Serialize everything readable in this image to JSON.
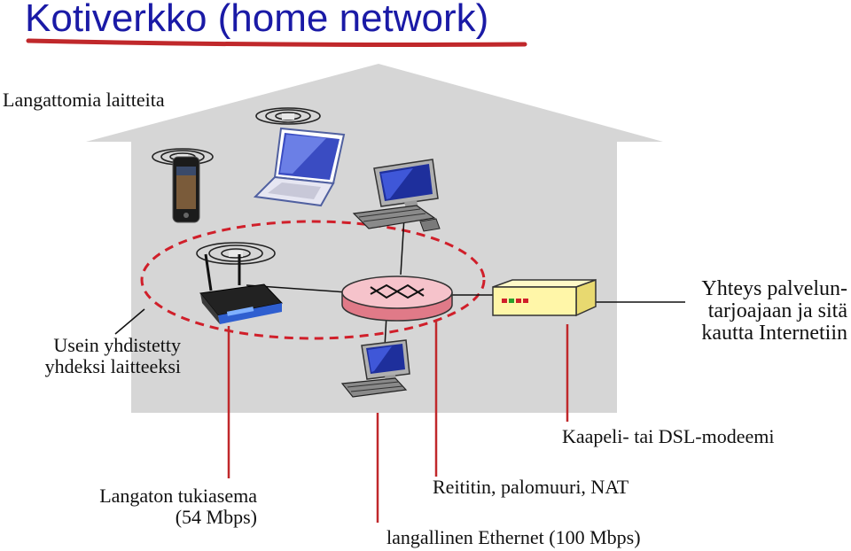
{
  "title": "Kotiverkko (home network)",
  "labels": {
    "wireless_devices": "Langattomia laitteita",
    "combined_line1": "Usein yhdistetty",
    "combined_line2": "yhdeksi laitteeksi",
    "isp_line1": "Yhteys palvelun-",
    "isp_line2": "tarjoajaan ja sitä",
    "isp_line3": "kautta Internetiin",
    "modem": "Kaapeli- tai DSL-modeemi",
    "access_point_line1": "Langaton tukiasema",
    "access_point_line2": "(54 Mbps)",
    "router": "Reititin, palomuuri, NAT",
    "ethernet": "langallinen Ethernet (100 Mbps)"
  },
  "colors": {
    "title": "#1a1aa6",
    "underline": "#c0282b",
    "house": "#d3d3d3",
    "callout_line": "#c0282b",
    "router_body": "#f4b8c0",
    "modem_body": "#fff6a8"
  }
}
